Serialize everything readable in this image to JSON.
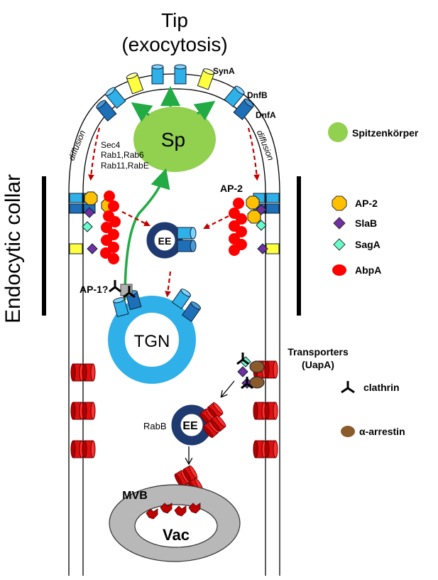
{
  "title": {
    "line1": "Tip",
    "line2": "(exocytosis)"
  },
  "side_label": "Endocytic collar",
  "labels": {
    "synA": "SynA",
    "dnfB": "DnfB",
    "dnfA": "DnfA",
    "sp": "Sp",
    "diffusion_left": "diffusion",
    "diffusion_right": "diffusion",
    "sec4": "Sec4",
    "rab16": "Rab1,Rab6",
    "rab11e": "Rab11,RabE",
    "ap2_top": "AP-2",
    "ee_upper": "EE",
    "ap1": "AP-1?",
    "tgn": "TGN",
    "transporters_line1": "Transporters",
    "transporters_line2": "(UapA)",
    "rabB": "RabB",
    "ee_lower": "EE",
    "mvb": "MVB",
    "vac": "Vac"
  },
  "legend": [
    {
      "name": "Spitzenkörper",
      "icon": "green-circle-icon",
      "color": "#92d050"
    },
    {
      "name": "AP-2",
      "icon": "orange-octagon-icon",
      "color": "#ffc000"
    },
    {
      "name": "SlaB",
      "icon": "purple-diamond-icon",
      "color": "#7030a0"
    },
    {
      "name": "SagA",
      "icon": "cyan-diamond-icon",
      "color": "#66ffcc"
    },
    {
      "name": "AbpA",
      "icon": "red-oval-icon",
      "color": "#ff0000"
    },
    {
      "name": "clathrin",
      "icon": "clathrin-triskelion-icon",
      "color": "#000000"
    },
    {
      "name": "α-arrestin",
      "icon": "brown-oval-icon",
      "color": "#8b5a2b"
    }
  ],
  "colors": {
    "transporter_light": "#2fb0e8",
    "transporter_dark": "#1e6fb8",
    "synA_yellow": "#ffff40",
    "uapA_red": "#e01010",
    "tgn_blue": "#2fb0e8",
    "ee_navy": "#1f3a70",
    "vac_gray": "#b8b8b8",
    "arrow_green": "#22aa44",
    "arrow_red": "#c00000"
  }
}
